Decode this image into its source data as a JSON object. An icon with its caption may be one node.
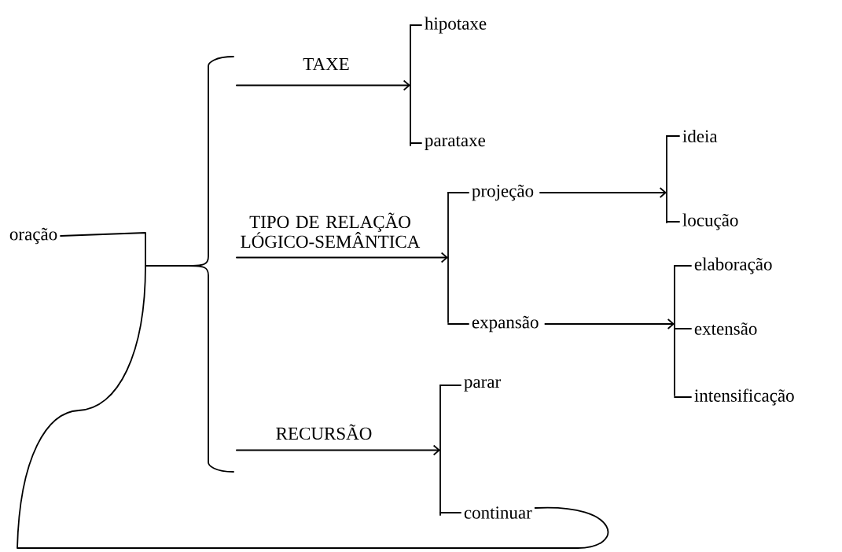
{
  "diagram": {
    "nodes": [
      {
        "text": [
          "oração"
        ]
      },
      {
        "text": [],
        "shape": "brace"
      },
      {
        "text": [],
        "shape": "bracket"
      },
      {
        "text": [
          "hipotaxe"
        ]
      },
      {
        "text": [
          "parataxe"
        ]
      },
      {
        "text": [],
        "shape": "bracket"
      },
      {
        "text": [
          "projeção"
        ]
      },
      {
        "text": [
          "expansão"
        ]
      },
      {
        "text": [],
        "shape": "bracket"
      },
      {
        "text": [
          "ideia"
        ]
      },
      {
        "text": [
          "locução"
        ]
      },
      {
        "text": [],
        "shape": "bracket"
      },
      {
        "text": [
          "elaboração"
        ]
      },
      {
        "text": [
          "extensão"
        ]
      },
      {
        "text": [
          "intensificação"
        ]
      },
      {
        "text": [],
        "shape": "bracket"
      },
      {
        "text": [
          "parar"
        ]
      },
      {
        "text": [
          "continuar"
        ]
      }
    ],
    "edges": [
      {
        "from": 0,
        "to": 1,
        "arrow": "none"
      },
      {
        "from": 1,
        "to": 2,
        "arrow": "to",
        "label": "TAXE"
      },
      {
        "from": 2,
        "to": 3,
        "arrow": "none"
      },
      {
        "from": 2,
        "to": 4,
        "arrow": "none"
      },
      {
        "from": 1,
        "to": 5,
        "arrow": "to",
        "label": "TIPO DE RELAÇÃO LÓGICO-SEMÂNTICA"
      },
      {
        "from": 5,
        "to": 6,
        "arrow": "none"
      },
      {
        "from": 5,
        "to": 7,
        "arrow": "none"
      },
      {
        "from": 6,
        "to": 8,
        "arrow": "to"
      },
      {
        "from": 8,
        "to": 9,
        "arrow": "none"
      },
      {
        "from": 8,
        "to": 10,
        "arrow": "none"
      },
      {
        "from": 7,
        "to": 11,
        "arrow": "to"
      },
      {
        "from": 11,
        "to": 12,
        "arrow": "none"
      },
      {
        "from": 11,
        "to": 13,
        "arrow": "none"
      },
      {
        "from": 11,
        "to": 14,
        "arrow": "none"
      },
      {
        "from": 1,
        "to": 15,
        "arrow": "to",
        "label": "RECURSÃO"
      },
      {
        "from": 15,
        "to": 16,
        "arrow": "none"
      },
      {
        "from": 15,
        "to": 17,
        "arrow": "none"
      },
      {
        "from": 17,
        "to": 1,
        "arrow": "none"
      }
    ]
  }
}
